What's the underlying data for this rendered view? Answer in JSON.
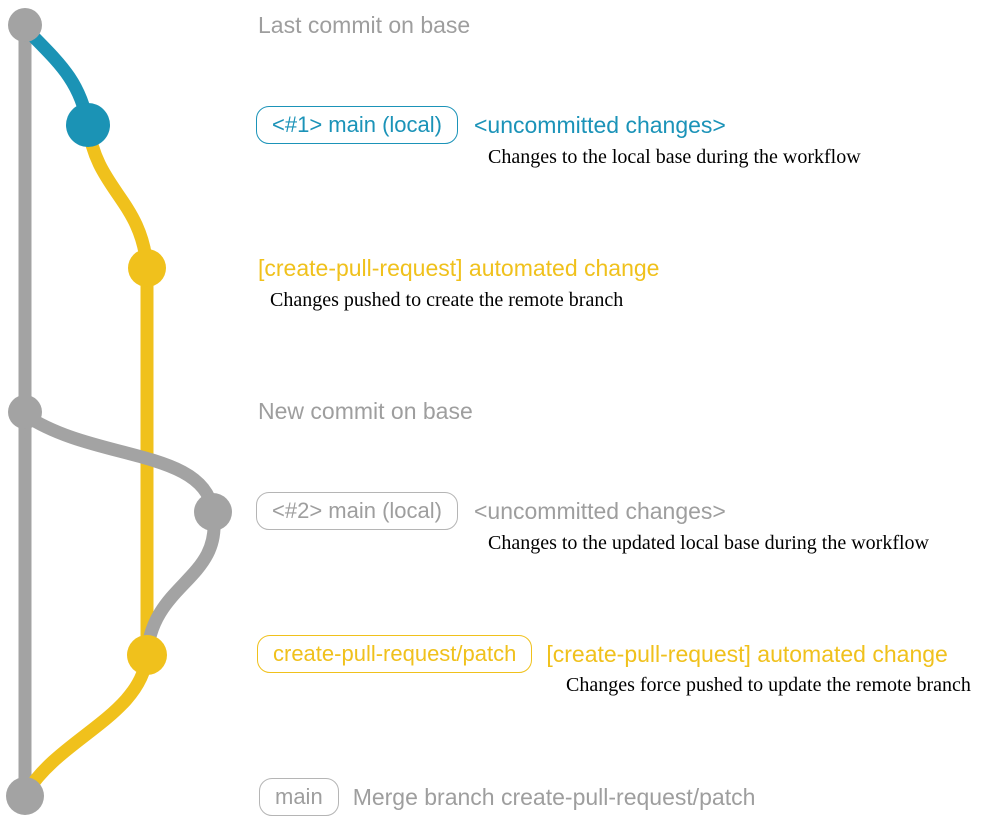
{
  "colors": {
    "blue": "#1b93b5",
    "yellow": "#f0c11c",
    "gray": "#a3a3a3",
    "gray_text": "#9e9e9e",
    "caption_black": "#000000",
    "background": "#ffffff"
  },
  "annotations": {
    "row1": {
      "title": "Last commit on base"
    },
    "row2": {
      "branch_label": "<#1> main (local)",
      "status": "<uncommitted changes>",
      "caption": "Changes to the local base during the workflow"
    },
    "row3": {
      "commit_message": "[create-pull-request] automated change",
      "caption": "Changes pushed to create the remote branch"
    },
    "row4": {
      "title": "New commit on base"
    },
    "row5": {
      "branch_label": "<#2> main (local)",
      "status": "<uncommitted changes>",
      "caption": "Changes to the updated local base during the workflow"
    },
    "row6": {
      "branch_label": "create-pull-request/patch",
      "commit_message": "[create-pull-request] automated change",
      "caption": "Changes force pushed to update the remote branch"
    },
    "row7": {
      "branch_label": "main",
      "commit_message": "Merge branch create-pull-request/patch"
    }
  }
}
